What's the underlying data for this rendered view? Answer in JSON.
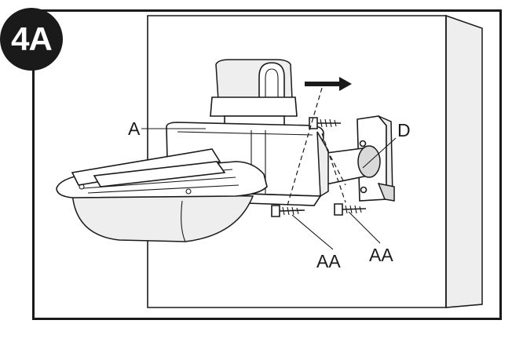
{
  "step": "4A",
  "labels": {
    "housing": "A",
    "bracket": "D",
    "screw_left": "AA",
    "screw_right": "AA"
  },
  "arrow_direction": "right"
}
